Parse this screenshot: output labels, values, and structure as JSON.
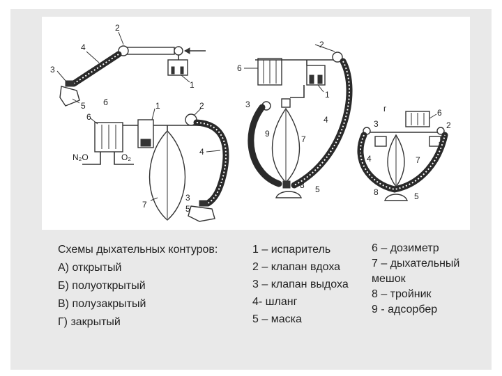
{
  "caption_left": [
    "Схемы дыхательных контуров:",
    "А) открытый",
    "Б) полуоткрытый",
    "В) полузакрытый",
    "Г) закрытый"
  ],
  "legend_mid": [
    "1 – испаритель",
    "2 – клапан вдоха",
    "3 – клапан выдоха",
    "4- шланг",
    "5 – маска"
  ],
  "legend_right": [
    "6 – дозиметр",
    "7 – дыхательный",
    "мешок",
    "8 – тройник",
    "9 - адсорбер"
  ],
  "diagram_labels": {
    "n1": "1",
    "n2": "2",
    "n3": "3",
    "n4": "4",
    "n5": "5",
    "n6": "6",
    "n7": "7",
    "n8": "8",
    "n9": "9",
    "b": "б",
    "g": "г",
    "n2o": "N₂O",
    "o2": "O₂"
  },
  "colors": {
    "background": "#e9e9e9",
    "panel": "#ffffff",
    "ink": "#222222"
  }
}
